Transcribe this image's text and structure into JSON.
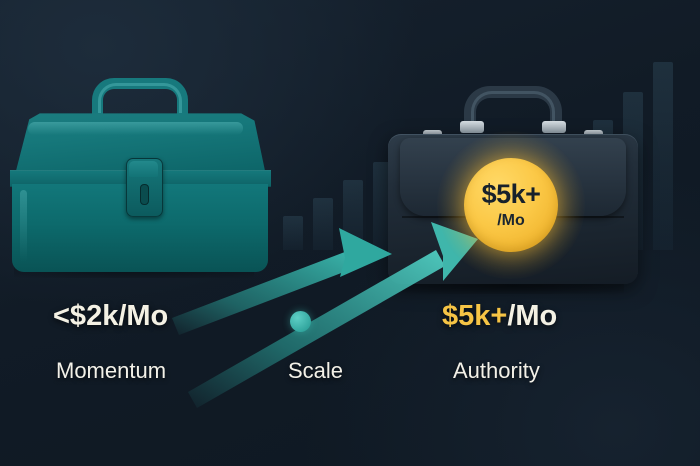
{
  "scene": {
    "background_color": "#111b26",
    "accent_teal": "#2a9d96",
    "accent_gold": "#f6c445",
    "text_cream": "#f3f1e8"
  },
  "left_stage": {
    "icon_name": "teal-toolbox",
    "price": "<$2k/Mo",
    "label": "Momentum",
    "color": "#0e6b6b"
  },
  "middle_stage": {
    "icon_name": "teal-dot",
    "label": "Scale",
    "color": "#2a9d96"
  },
  "right_stage": {
    "icon_name": "dark-briefcase",
    "price_amount": "$5k+",
    "price_per": "/Mo",
    "label": "Authority",
    "color": "#f6c445"
  },
  "coin_badge": {
    "amount": "$5k+",
    "per": "/Mo",
    "fill": "#fbc846",
    "text_color": "#17212b"
  },
  "arrows": [
    {
      "name": "arrow-momentum-to-scale",
      "color": "#2a9d96"
    },
    {
      "name": "arrow-scale-to-authority",
      "color": "#2a9d96"
    }
  ],
  "chart_data": {
    "type": "bar",
    "title": "",
    "xlabel": "",
    "ylabel": "",
    "categories": [
      "1",
      "2",
      "3",
      "4",
      "5",
      "6",
      "7",
      "8"
    ],
    "values": [
      34,
      52,
      70,
      88,
      106,
      130,
      158,
      188
    ],
    "ylim": [
      0,
      200
    ],
    "grid": false,
    "legend": "none",
    "note": "decorative ascending background bars"
  }
}
